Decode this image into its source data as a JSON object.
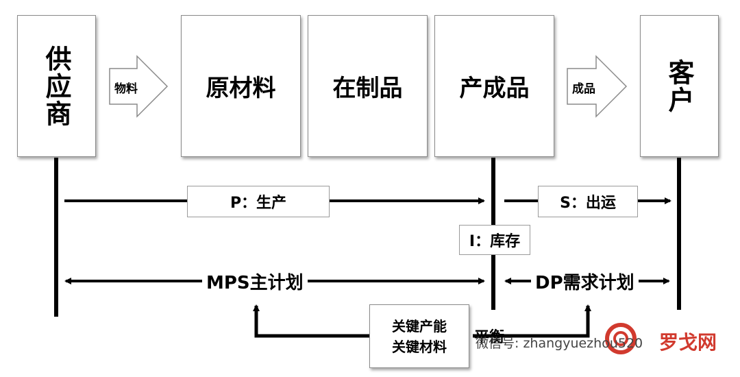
{
  "boxes": {
    "supplier": "供应商",
    "raw_material": "原材料",
    "wip": "在制品",
    "finished": "产成品",
    "customer": "客户"
  },
  "flow_arrows": {
    "material": "物料",
    "finished_goods": "成品"
  },
  "labels": {
    "production": "P：生产",
    "shipping": "S：出运",
    "inventory": "I：库存",
    "mps": "MPS主计划",
    "dp": "DP需求计划",
    "critical": [
      "关键产能",
      "关键材料"
    ],
    "balance": "平衡"
  },
  "watermark": {
    "wechat": "微信号: zhangyuezhou520",
    "brand": "罗戈网"
  },
  "colors": {
    "line": "#000000",
    "box_border": "#8a8a8a",
    "brand": "#d13a2e"
  }
}
